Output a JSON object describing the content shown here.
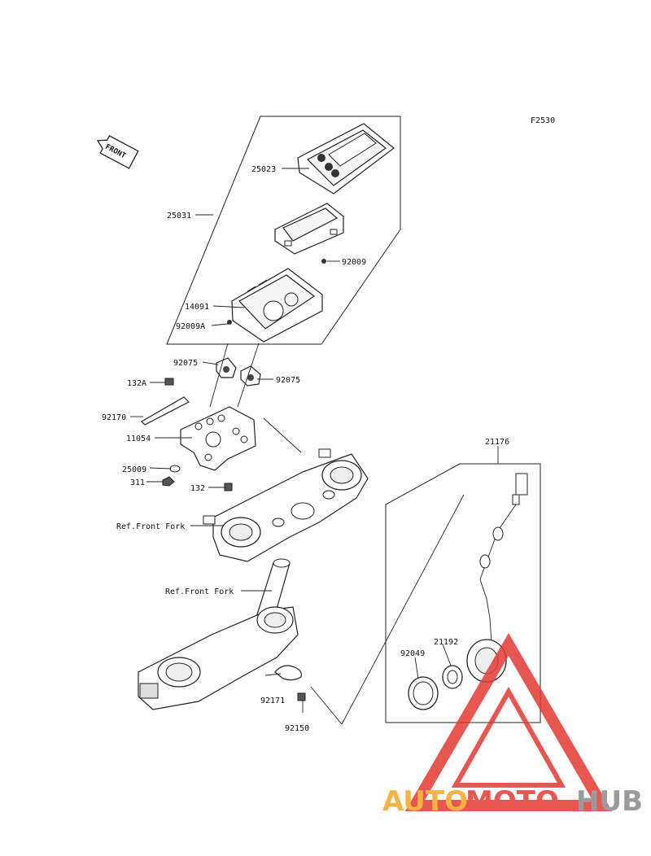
{
  "diagram": {
    "figure_code": "F2530",
    "front_label": "FRONT",
    "parts": {
      "p25023": "25023",
      "p25031": "25031",
      "p92009": "92009",
      "p14091": "14091",
      "p92009A": "92009A",
      "p92075a": "92075",
      "p92075b": "92075",
      "p132A": "132A",
      "p92170": "92170",
      "p11054": "11054",
      "p25009": "25009",
      "p311": "311",
      "p132": "132",
      "p21176": "21176",
      "p21192": "21192",
      "p92049": "92049",
      "p92171": "92171",
      "p92150": "92150"
    },
    "refs": {
      "fork_upper": "Ref.Front Fork",
      "fork_lower": "Ref.Front Fork"
    }
  },
  "watermark": {
    "auto": "AUTO",
    "moto": "MOTO",
    "hub": "HUB",
    "colors": {
      "orange": "#f5a623",
      "red": "#e53935",
      "gray": "#8a8a8a"
    }
  }
}
